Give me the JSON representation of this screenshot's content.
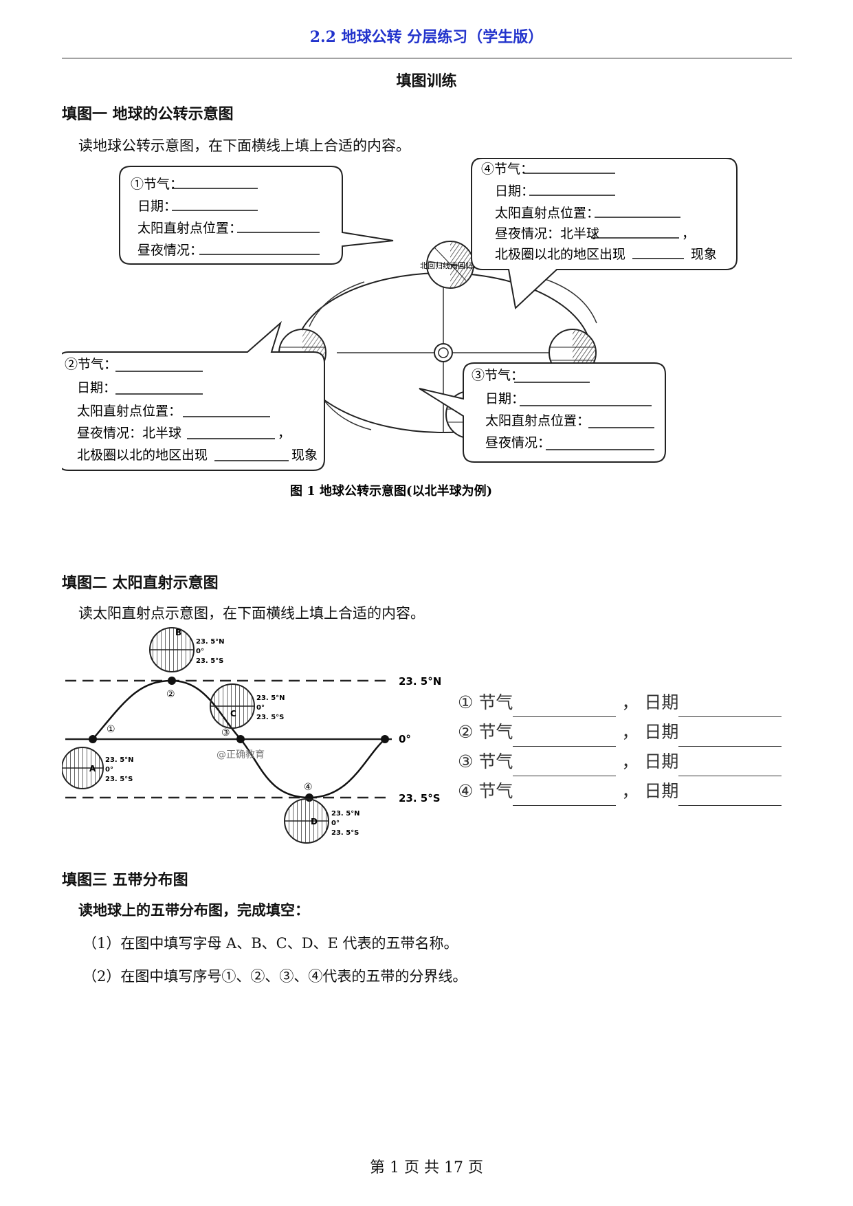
{
  "header": {
    "title": "2.2 地球公转 分层练习（学生版）"
  },
  "page_title": "填图训练",
  "section1": {
    "heading": "填图一  地球的公转示意图",
    "instruction": "读地球公转示意图，在下面横线上填上合适的内容。",
    "box1": {
      "l1": "①节气：",
      "l2": "日期：",
      "l3": "太阳直射点位置：",
      "l4": "昼夜情况："
    },
    "box2": {
      "l1": "②节气：",
      "l2": "日期：",
      "l3": "太阳直射点位置：",
      "l4": "昼夜情况：北半球",
      "l4_end": "，",
      "l5": "北极圈以北的地区出现",
      "l5_end": "现象"
    },
    "box3": {
      "l1": "③节气：",
      "l2": "日期：",
      "l3": "太阳直射点位置：",
      "l4": "昼夜情况："
    },
    "box4": {
      "l1": "④节气：",
      "l2": "日期：",
      "l3": "太阳直射点位置：",
      "l4": "昼夜情况：北半球",
      "l4_end": "，",
      "l5": "北极圈以北的地区出现",
      "l5_end": "现象"
    },
    "globe_label": "北回归线南回归线",
    "caption": "图 1   地球公转示意图(以北半球为例)"
  },
  "section2": {
    "heading": "填图二  太阳直射示意图",
    "instruction": "读太阳直射点示意图，在下面横线上填上合适的内容。",
    "lat_n": "23. 5°N",
    "lat_eq": "0°",
    "lat_s": "23. 5°S",
    "globe_lat_n": "23. 5°N",
    "globe_lat_eq": "0°",
    "globe_lat_s": "23. 5°S",
    "points": [
      "①",
      "②",
      "③",
      "④"
    ],
    "globe_letters": [
      "A",
      "B",
      "C",
      "D"
    ],
    "watermark": "@正确教育",
    "rows": [
      {
        "num": "①",
        "jieqi": "节气",
        "sep": "，",
        "riqi": "日期"
      },
      {
        "num": "②",
        "jieqi": "节气",
        "sep": "，",
        "riqi": "日期"
      },
      {
        "num": "③",
        "jieqi": "节气",
        "sep": "，",
        "riqi": "日期"
      },
      {
        "num": "④",
        "jieqi": "节气",
        "sep": "，",
        "riqi": "日期"
      }
    ]
  },
  "section3": {
    "heading": "填图三  五带分布图",
    "instruction": "读地球上的五带分布图，完成填空：",
    "q1": "（1）在图中填写字母 A、B、C、D、E 代表的五带名称。",
    "q2": "（2）在图中填写序号①、②、③、④代表的五带的分界线。"
  },
  "footer": {
    "page": "第  1  页  共  17  页"
  }
}
